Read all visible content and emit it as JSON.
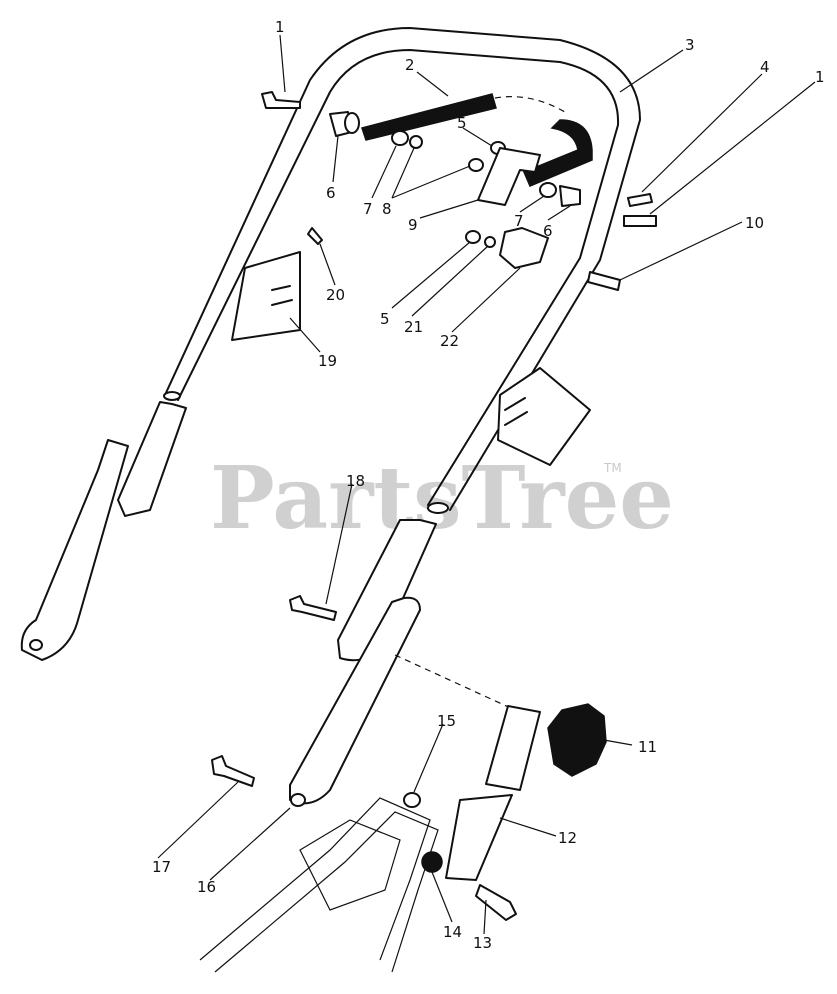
{
  "watermark": {
    "text": "PartsTree",
    "trademark": "TM"
  },
  "callouts": [
    "1",
    "2",
    "3",
    "4",
    "1",
    "5",
    "6",
    "7",
    "8",
    "9",
    "7",
    "6",
    "10",
    "20",
    "19",
    "5",
    "21",
    "22",
    "18",
    "11",
    "15",
    "12",
    "17",
    "16",
    "14",
    "13"
  ],
  "colors": {
    "ink": "#111111",
    "watermark": "#d0d0d0",
    "background": "#ffffff"
  }
}
